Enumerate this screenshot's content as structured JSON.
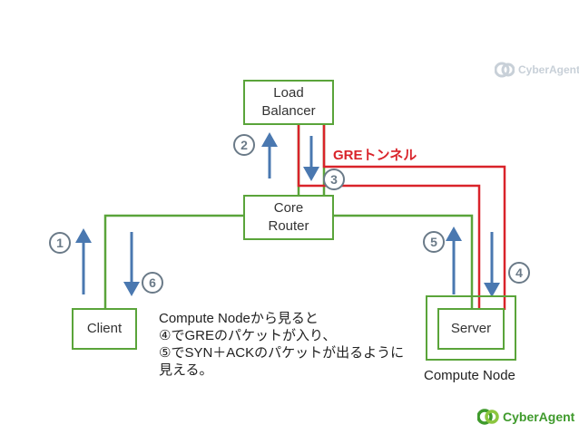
{
  "nodes": {
    "load_balancer": "Load\nBalancer",
    "core_router": "Core\nRouter",
    "client": "Client",
    "server": "Server",
    "compute_node": "Compute Node"
  },
  "labels": {
    "gre_tunnel": "GREトンネル",
    "note": "Compute Nodeから見ると\n④でGREのパケットが入り、\n⑤でSYN＋ACKのパケットが出るように\n見える。"
  },
  "steps": [
    "1",
    "2",
    "3",
    "4",
    "5",
    "6"
  ],
  "logos": {
    "top": "CyberAgent",
    "bottom": "CyberAgent"
  },
  "colors": {
    "link_green": "#5aa43a",
    "tunnel_red": "#d9232a",
    "arrow_blue": "#4a78b0",
    "badge_gray": "#6a7a88"
  }
}
